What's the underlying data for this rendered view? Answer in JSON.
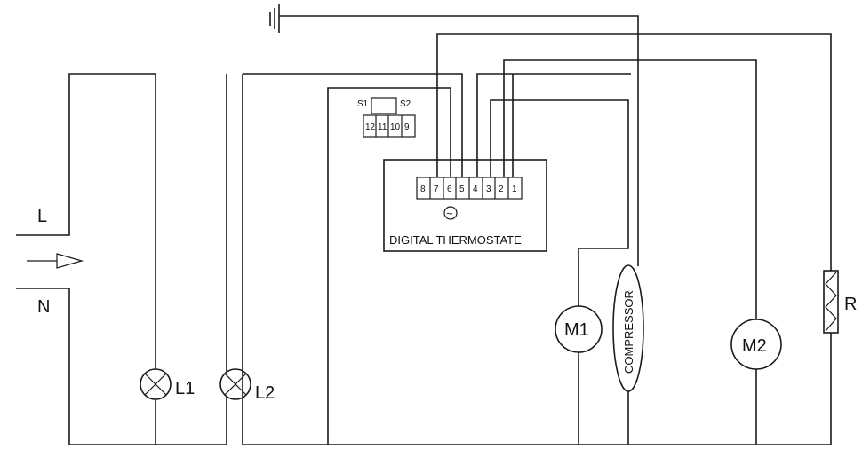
{
  "terminals": {
    "line": "L",
    "neutral": "N"
  },
  "lamps": {
    "lamp1": "L1",
    "lamp2": "L2"
  },
  "switch_block": {
    "s1": "S1",
    "s2": "S2",
    "pins": [
      "12",
      "11",
      "10",
      "9"
    ]
  },
  "thermostat": {
    "label": "DIGITAL THERMOSTATE",
    "pins": [
      "8",
      "7",
      "6",
      "5",
      "4",
      "3",
      "2",
      "1"
    ],
    "symbol": "~"
  },
  "components": {
    "motor1": "M1",
    "compressor": "COMPRESSOR",
    "motor2": "M2",
    "resistor": "R"
  },
  "icons": {
    "ground": "ground-icon",
    "arrow": "input-arrow-icon"
  },
  "colors": {
    "wire": "#1a1a1a",
    "background": "#ffffff"
  }
}
